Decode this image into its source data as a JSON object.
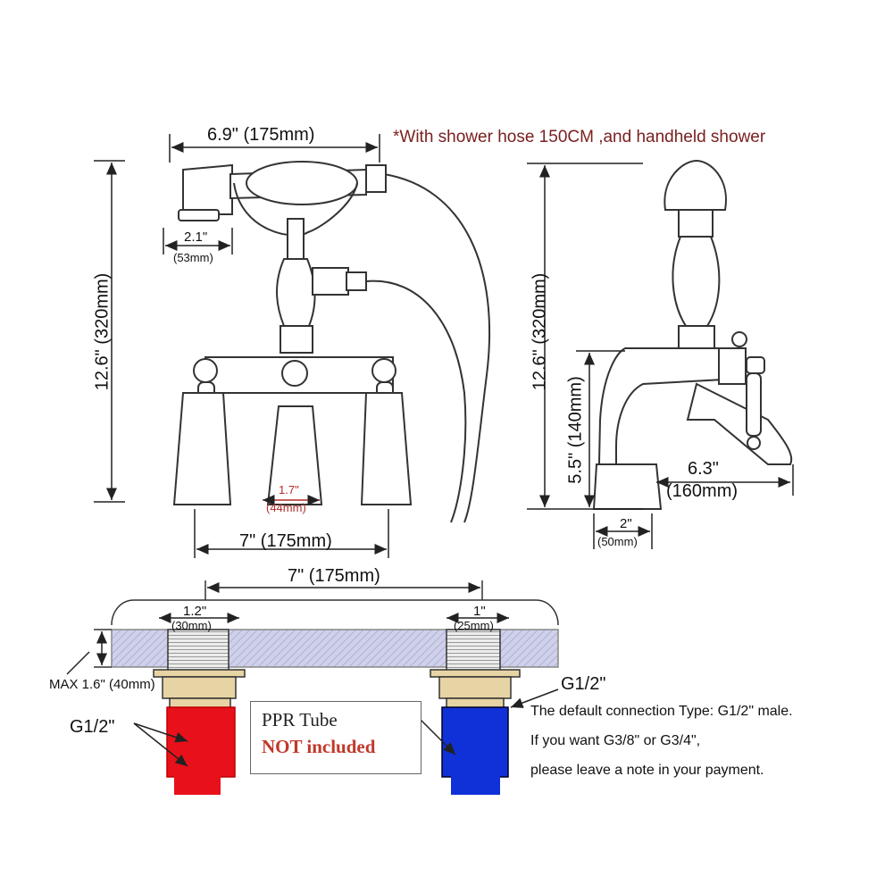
{
  "front_view": {
    "width_label": "6.9\" (175mm)",
    "height_label": "12.6\" (320mm)",
    "shower_head_width_label": "2.1\"",
    "shower_head_width_mm": "(53mm)",
    "spout_width_label": "1.7\"",
    "spout_width_mm": "(44mm)",
    "base_width_label": "7\" (175mm)"
  },
  "note": "*With shower hose 150CM ,and handheld shower",
  "side_view": {
    "height_label": "12.6\" (320mm)",
    "spout_height_label": "5.5\" (140mm)",
    "reach_label": "6.3\"",
    "reach_mm": "(160mm)",
    "base_width_label": "2\"",
    "base_width_mm": "(50mm)"
  },
  "install_view": {
    "center_distance_label": "7\" (175mm)",
    "left_thread_label": "1.2\"",
    "left_thread_mm": "(30mm)",
    "right_thread_label": "1\"",
    "right_thread_mm": "(25mm)",
    "max_thickness_label": "MAX 1.6\" (40mm)",
    "left_connector_label": "G1/2\"",
    "right_connector_label": "G1/2\"",
    "ppr_title": "PPR Tube",
    "ppr_warning": "NOT included",
    "description_lines": [
      "The default connection Type: G1/2\" male.",
      "If you want G3/8\" or G3/4\",",
      "please leave a note in your payment."
    ]
  },
  "colors": {
    "hot_pipe": "#e8101a",
    "cold_pipe": "#1030d8",
    "deck_fill": "#c9cbe6",
    "brass_nut": "#e7d4a4",
    "note_text": "#7a2020",
    "warning_text": "#c0392b"
  }
}
